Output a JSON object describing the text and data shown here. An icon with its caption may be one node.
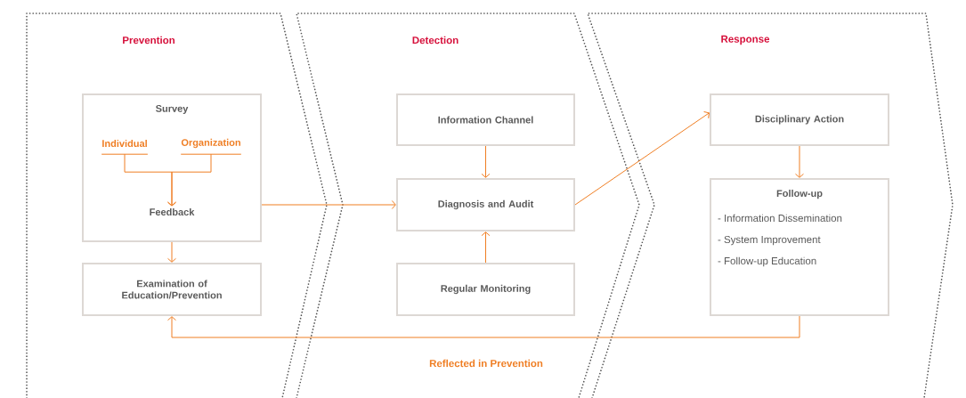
{
  "diagram": {
    "nodes": [
      {
        "text": [
          "Prevention"
        ]
      },
      {
        "text": [
          "Survey"
        ],
        "in": 0
      },
      {
        "text": [
          "Individual"
        ],
        "in": 1
      },
      {
        "text": [
          "Organization"
        ],
        "in": 1
      },
      {
        "text": [
          "Feedback"
        ],
        "in": 1
      },
      {
        "text": [
          "Examination of Education/Prevention"
        ],
        "in": 0
      },
      {
        "text": [
          "Detection"
        ]
      },
      {
        "text": [
          "Information Channel"
        ],
        "in": 6
      },
      {
        "text": [
          "Diagnosis and Audit"
        ],
        "in": 6
      },
      {
        "text": [
          "Regular Monitoring"
        ],
        "in": 6
      },
      {
        "text": [
          "Response"
        ]
      },
      {
        "text": [
          "Disciplinary Action"
        ],
        "in": 10
      },
      {
        "text": [
          "Follow-up",
          "- Information Dissemination",
          "- System Improvement",
          "- Follow-up Education"
        ],
        "in": 10
      }
    ],
    "edges": [
      {
        "from": 2,
        "to": 4,
        "arrow": "to"
      },
      {
        "from": 3,
        "to": 4,
        "arrow": "to"
      },
      {
        "from": 1,
        "to": 5,
        "arrow": "to"
      },
      {
        "from": 1,
        "to": 8,
        "arrow": "to"
      },
      {
        "from": 7,
        "to": 8,
        "arrow": "to"
      },
      {
        "from": 9,
        "to": 8,
        "arrow": "to"
      },
      {
        "from": 8,
        "to": 11,
        "arrow": "to"
      },
      {
        "from": 11,
        "to": 12,
        "arrow": "to"
      },
      {
        "from": 12,
        "to": 5,
        "arrow": "to",
        "label": "Reflected in Prevention"
      }
    ]
  }
}
